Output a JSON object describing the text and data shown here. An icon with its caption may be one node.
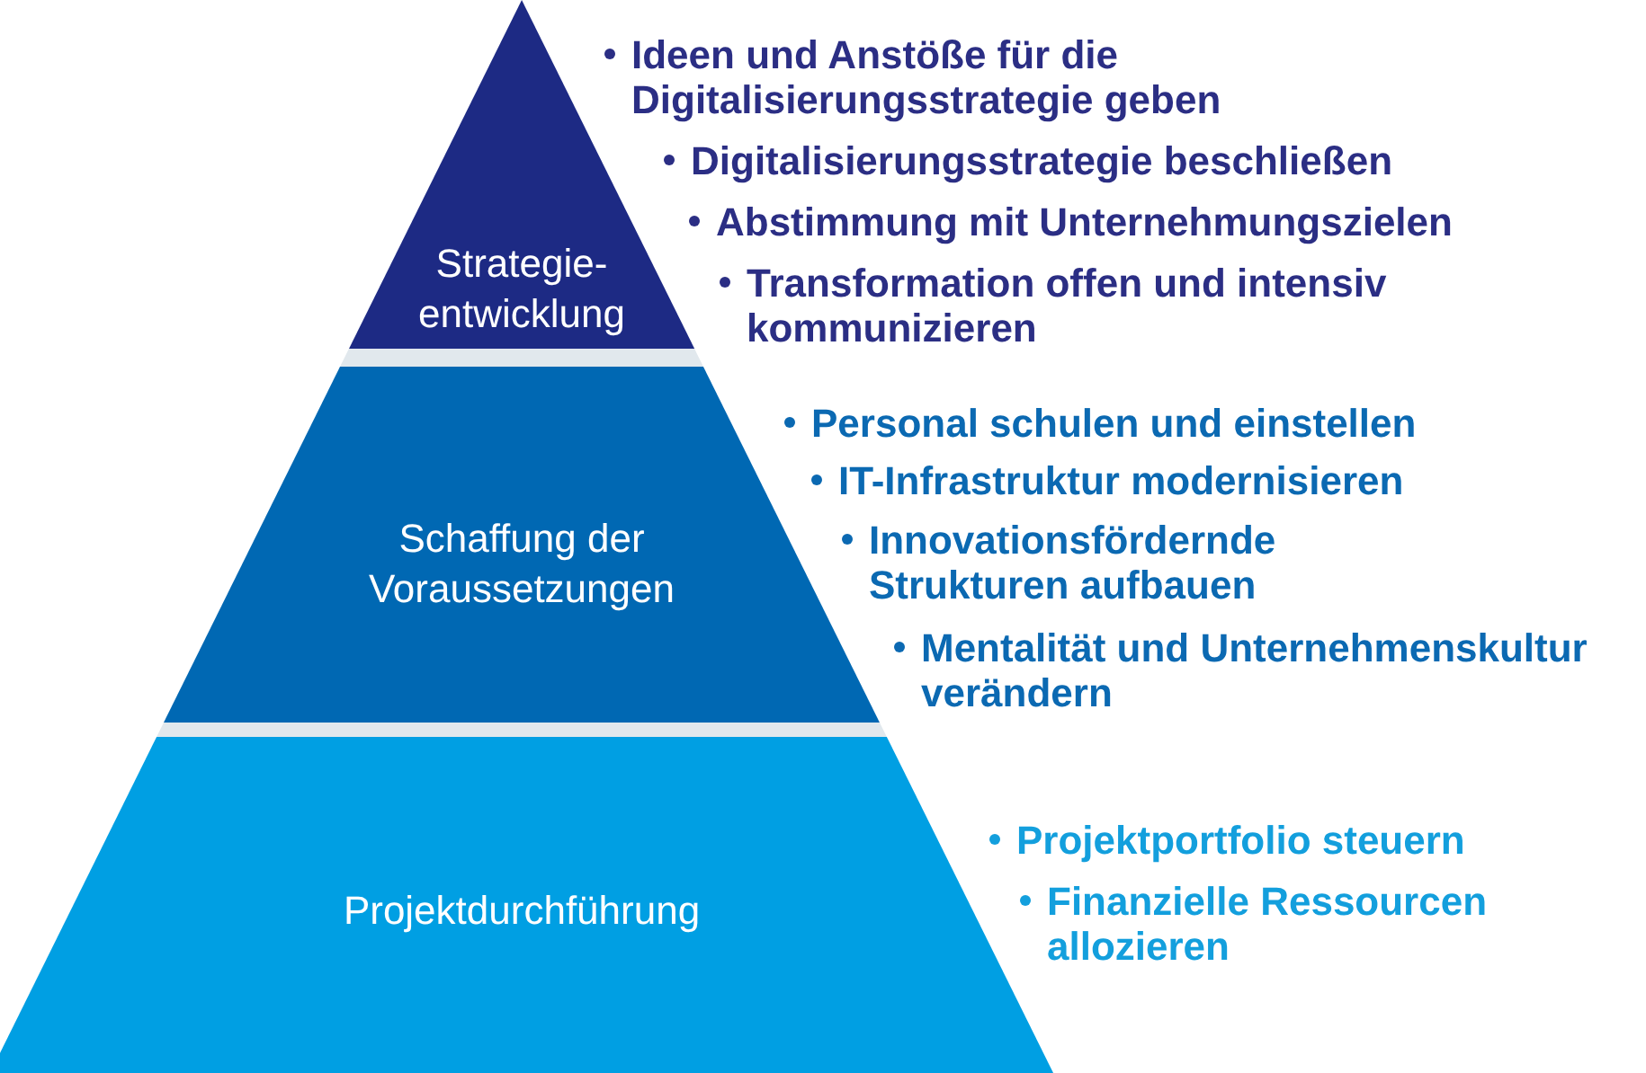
{
  "diagram": {
    "nodes": [
      {
        "text": [
          "Strategie- entwicklung"
        ],
        "beside": [
          "Ideen und Anstöße für die Digitalisierungsstrategie geben",
          "Digitalisierungsstrategie beschließen",
          "Abstimmung mit Unternehmungszielen",
          "Transformation offen und intensiv kommunizieren"
        ]
      },
      {
        "text": [
          "Schaffung der Voraussetzungen"
        ],
        "beside": [
          "Personal schulen und einstellen",
          "IT-Infrastruktur modernisieren",
          "Innovationsfördernde Strukturen aufbauen",
          "Mentalität und Unternehmenskultur verändern"
        ]
      },
      {
        "text": [
          "Projektdurchführung"
        ],
        "beside": [
          "Projektportfolio steuern",
          "Finanzielle Ressourcen allozieren"
        ]
      }
    ]
  }
}
